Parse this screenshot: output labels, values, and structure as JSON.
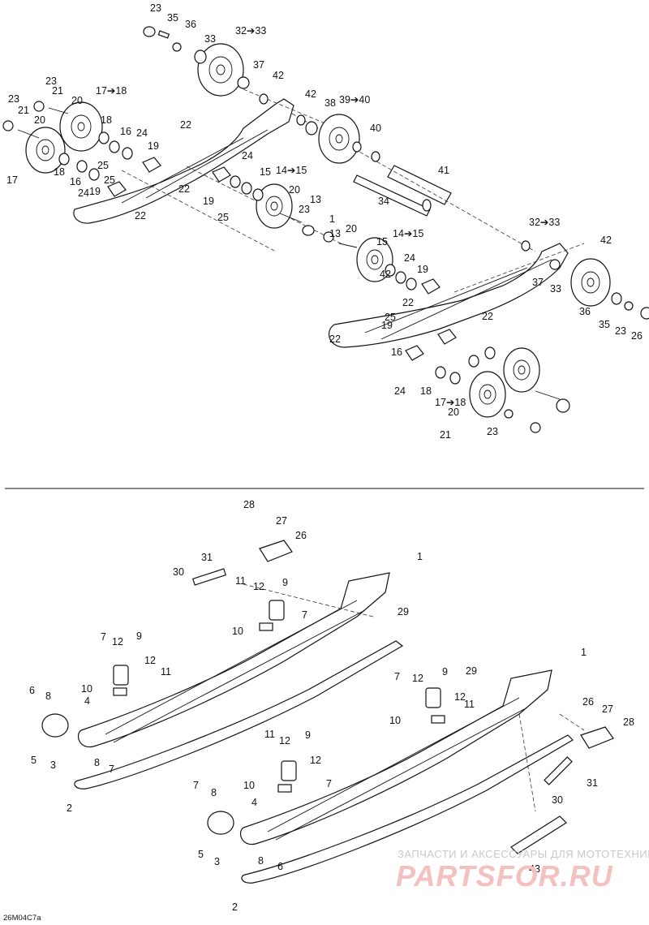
{
  "diagram": {
    "code": "26M04C7a",
    "top_callouts": [
      "23",
      "35",
      "36",
      "33",
      "32➔33",
      "37",
      "42",
      "42",
      "38",
      "39➔40",
      "40",
      "41",
      "34",
      "23",
      "21",
      "20",
      "17➔18",
      "23",
      "21",
      "20",
      "18",
      "17",
      "16",
      "24",
      "19",
      "18",
      "16",
      "24",
      "25",
      "19",
      "25",
      "22",
      "22",
      "22",
      "19",
      "25",
      "24",
      "15",
      "14➔15",
      "20",
      "13",
      "23",
      "1",
      "13",
      "20",
      "14➔15",
      "15",
      "24",
      "19",
      "42",
      "32➔33",
      "42",
      "37",
      "33",
      "36",
      "35",
      "23",
      "26",
      "22",
      "22",
      "22",
      "19",
      "25",
      "16",
      "24",
      "18",
      "17➔18",
      "20",
      "21",
      "23"
    ],
    "bottom_callouts": [
      "28",
      "27",
      "26",
      "1",
      "31",
      "30",
      "11",
      "12",
      "9",
      "29",
      "10",
      "7",
      "7",
      "12",
      "9",
      "12",
      "11",
      "10",
      "6",
      "8",
      "4",
      "5",
      "3",
      "8",
      "7",
      "2",
      "29",
      "1",
      "7",
      "12",
      "9",
      "12",
      "11",
      "10",
      "26",
      "27",
      "28",
      "11",
      "12",
      "9",
      "12",
      "31",
      "30",
      "10",
      "7",
      "7",
      "8",
      "4",
      "5",
      "3",
      "8",
      "6",
      "2",
      "43"
    ]
  },
  "watermark": {
    "line1": "ЗАПЧАСТИ И АКСЕССУАРЫ ДЛЯ МОТОТЕХНИКИ",
    "line2": "PARTSFOR.RU"
  },
  "colors": {
    "line": "#111111",
    "watermark_red": "#f4c0c0",
    "watermark_gray": "#c9c9c9"
  }
}
